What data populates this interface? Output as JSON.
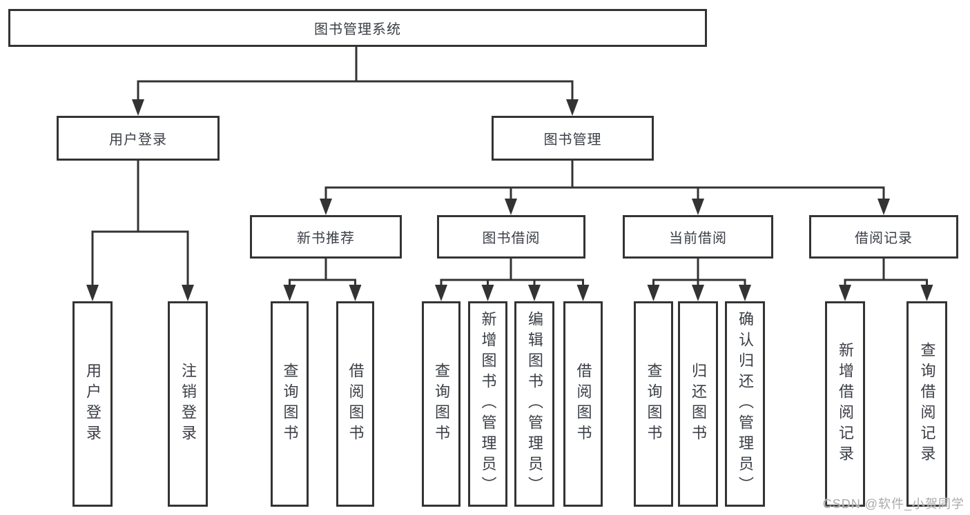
{
  "diagram": {
    "root_label": "图书管理系统",
    "user_login": {
      "label": "用户登录",
      "children": [
        "用户登录",
        "注销登录"
      ]
    },
    "book_management": {
      "label": "图书管理",
      "new_book_recommend": {
        "label": "新书推荐",
        "children": [
          "查询图书",
          "借阅图书"
        ]
      },
      "book_borrowing": {
        "label": "图书借阅",
        "children": [
          "查询图书",
          "新增图书（管理员）",
          "编辑图书（管理员）",
          "借阅图书"
        ]
      },
      "current_borrowing": {
        "label": "当前借阅",
        "children": [
          "查询图书",
          "归还图书",
          "确认归还（管理员）"
        ]
      },
      "borrowing_records": {
        "label": "借阅记录",
        "children": [
          "新增借阅记录",
          "查询借阅记录"
        ]
      }
    }
  },
  "watermark": "CSDN @软件_小贺同学",
  "colors": {
    "line": "#333333",
    "border": "#333333",
    "fill": "#ffffff",
    "text": "#3a3e45",
    "watermark": "#ababab"
  }
}
